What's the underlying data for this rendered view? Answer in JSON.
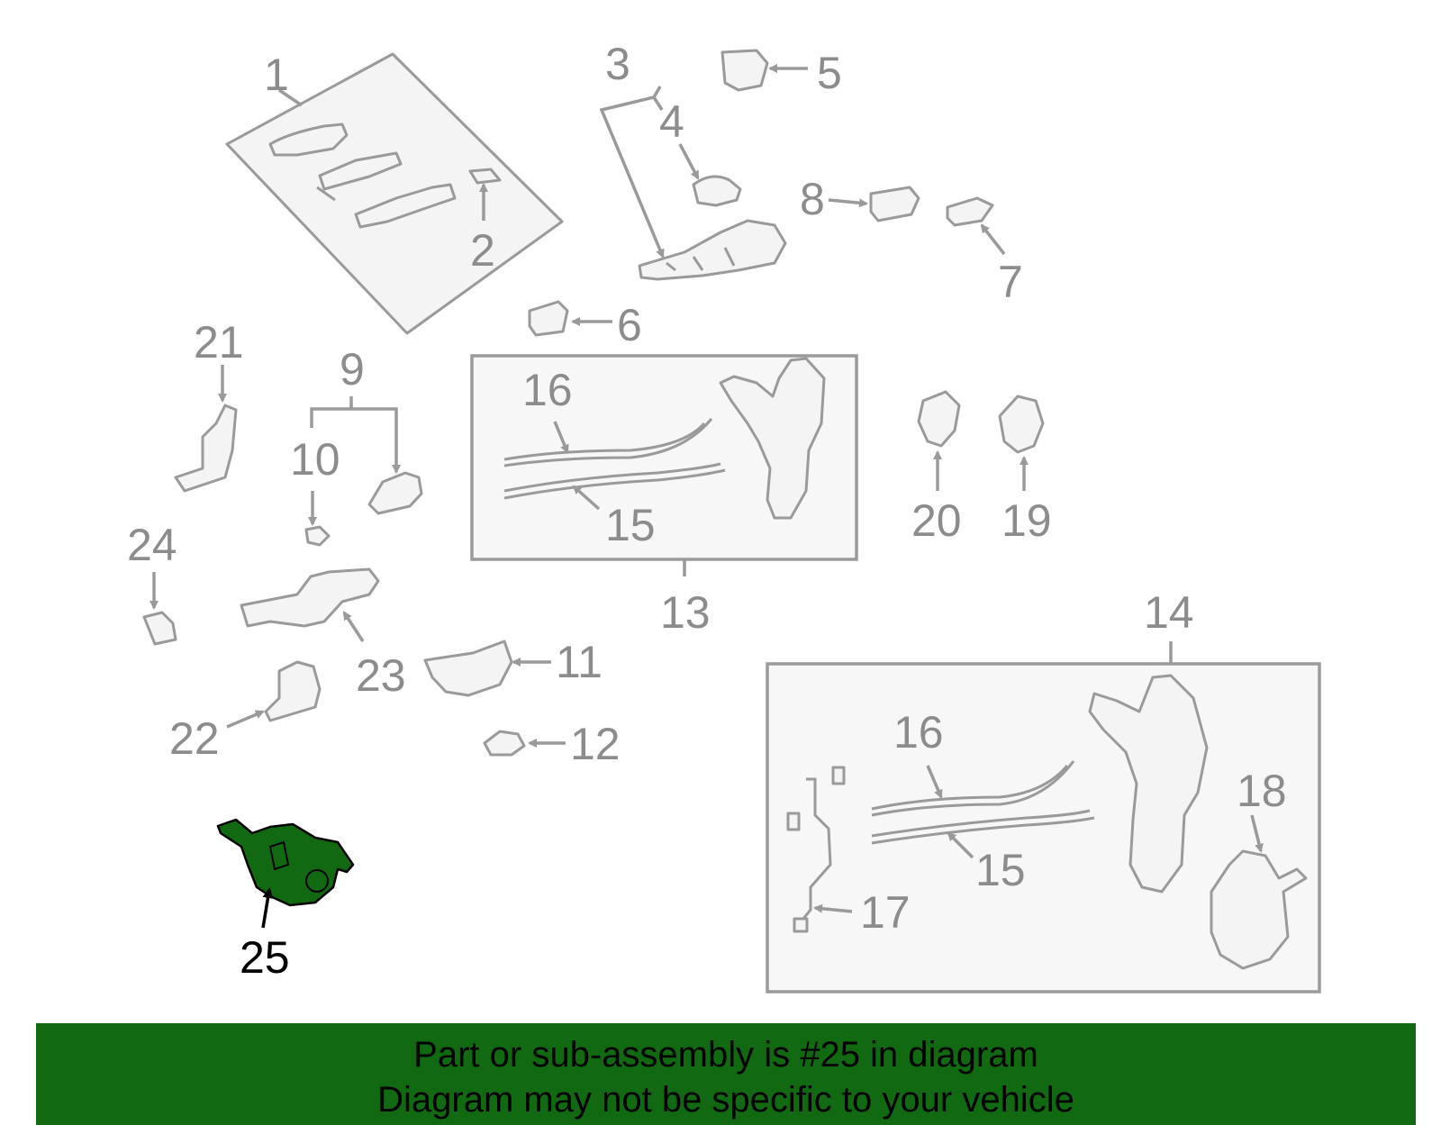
{
  "diagram": {
    "callouts": [
      "1",
      "2",
      "3",
      "4",
      "5",
      "6",
      "7",
      "8",
      "9",
      "10",
      "11",
      "12",
      "13",
      "14",
      "15",
      "16",
      "17",
      "18",
      "19",
      "20",
      "21",
      "22",
      "23",
      "24",
      "25",
      "15",
      "16"
    ],
    "highlighted_part": "25",
    "highlight_color": "#116a11",
    "part_color": "#9a9a9a"
  },
  "footer": {
    "line1": "Part or sub-assembly is #25 in diagram",
    "line2": "Diagram may not be specific to your vehicle",
    "background": "#116a11"
  }
}
